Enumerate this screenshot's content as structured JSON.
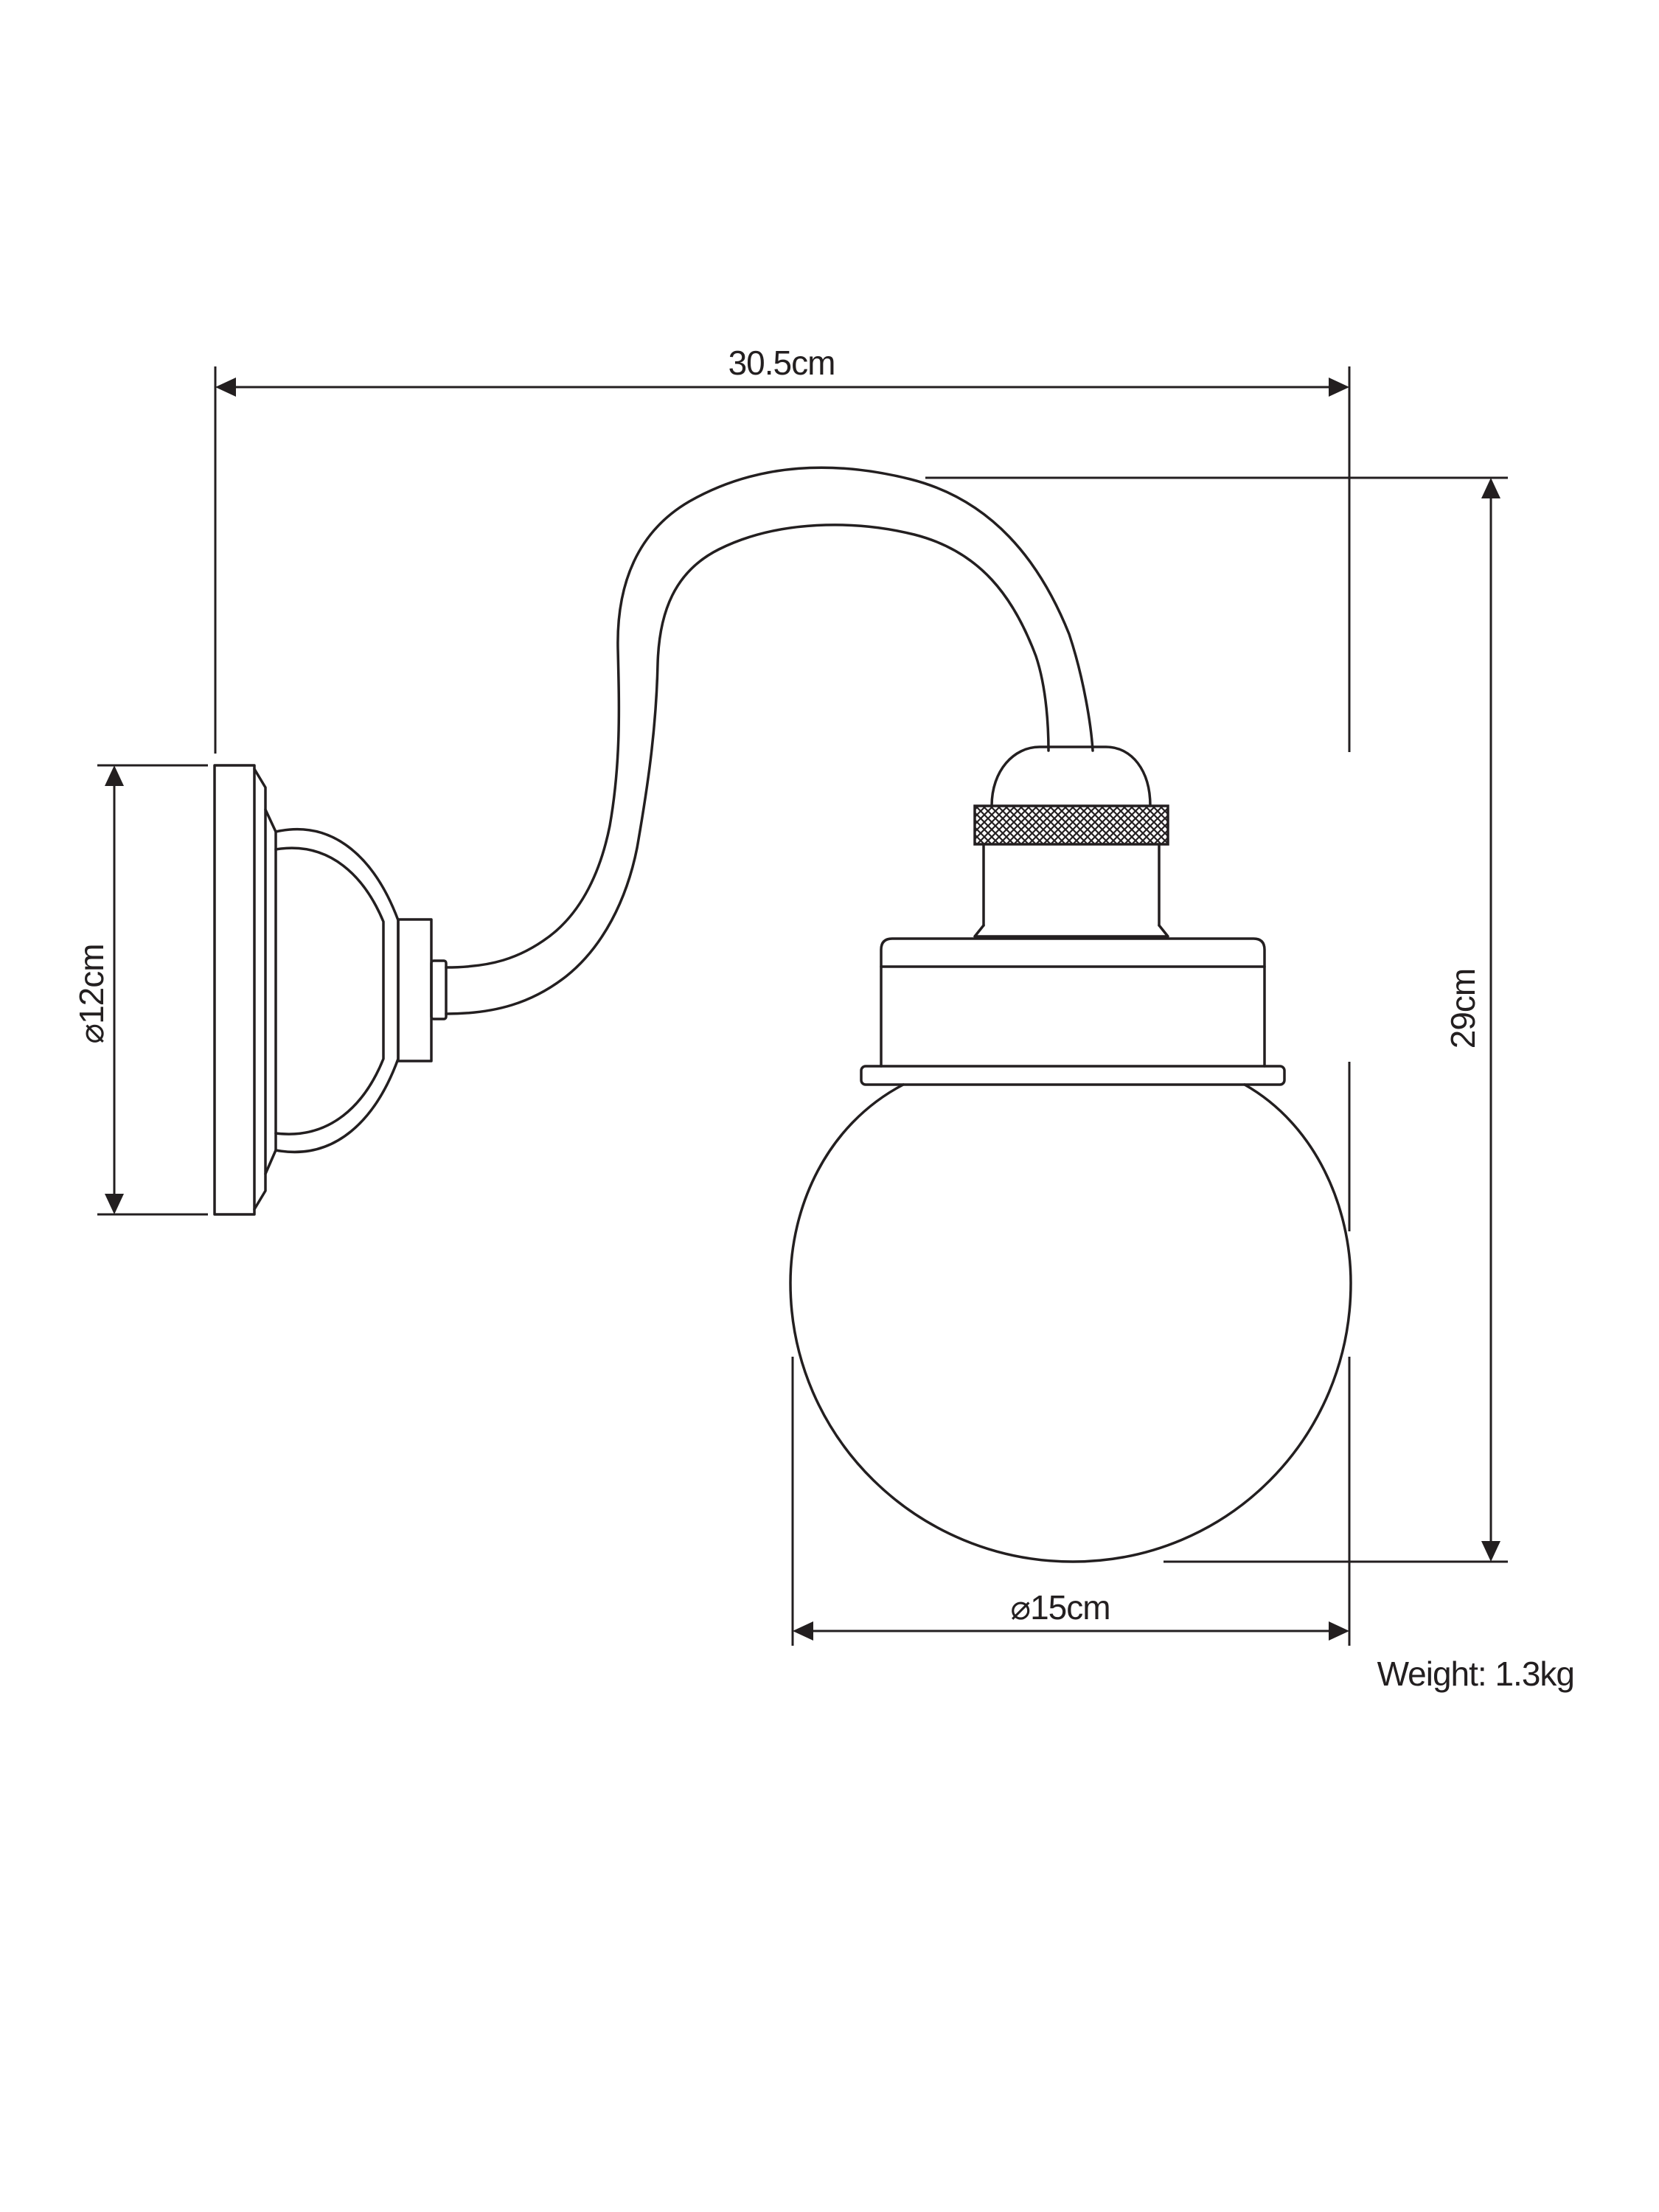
{
  "dimensions": {
    "width_label": "30.5cm",
    "height_label": "29cm",
    "backplate_diameter_label": "⌀12cm",
    "globe_diameter_label": "⌀15cm"
  },
  "weight_label": "Weight: 1.3kg",
  "colors": {
    "line": "#231f20",
    "background": "#ffffff"
  }
}
